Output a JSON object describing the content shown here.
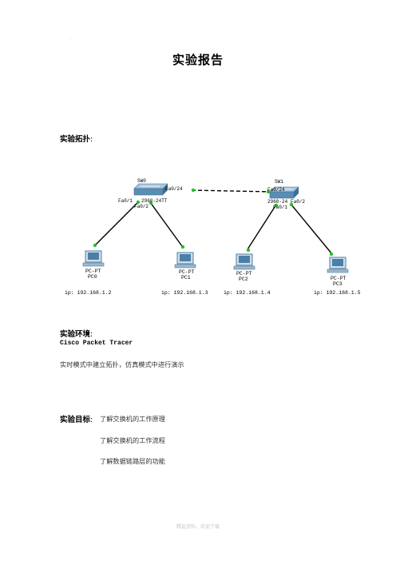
{
  "header_mark": ".",
  "title": "实验报告",
  "topology": {
    "heading": "实验拓扑",
    "heading_colon": ":",
    "switches": [
      {
        "name": "SW0",
        "port_top": "Fa0/24",
        "port_left": "Fa0/1",
        "port_left2": "Fa0/2",
        "model": "2960-24TT"
      },
      {
        "name": "SW1",
        "port_top": "Fa0/24",
        "port_right": "Fa0/2",
        "port_down": "Fa0/1",
        "model": "2960-24"
      }
    ],
    "pcs": [
      {
        "type": "PC-PT",
        "name": "PC0",
        "ip": "ip: 192.168.1.2"
      },
      {
        "type": "PC-PT",
        "name": "PC1",
        "ip": "ip: 192.168.1.3"
      },
      {
        "type": "PC-PT",
        "name": "PC2",
        "ip": "ip: 192.168.1.4"
      },
      {
        "type": "PC-PT",
        "name": "PC3",
        "ip": "ip: 192.168.1.5"
      }
    ]
  },
  "environment": {
    "heading": "实验环境",
    "heading_colon": ":",
    "tool": "Cisco Packet Tracer",
    "description": "实时模式中建立拓扑，仿真模式中进行演示"
  },
  "goals": {
    "heading": "实验目标",
    "heading_colon": ":",
    "items": [
      "了解交换机的工作原理",
      "了解交换机的工作流程",
      "了解数据链路层的功能"
    ]
  },
  "footer": "精选资料，欢迎下载",
  "colors": {
    "link": "#000000",
    "port_light": "#22c422",
    "switch": "#5a8db3",
    "pc": "#4a7fa8"
  }
}
